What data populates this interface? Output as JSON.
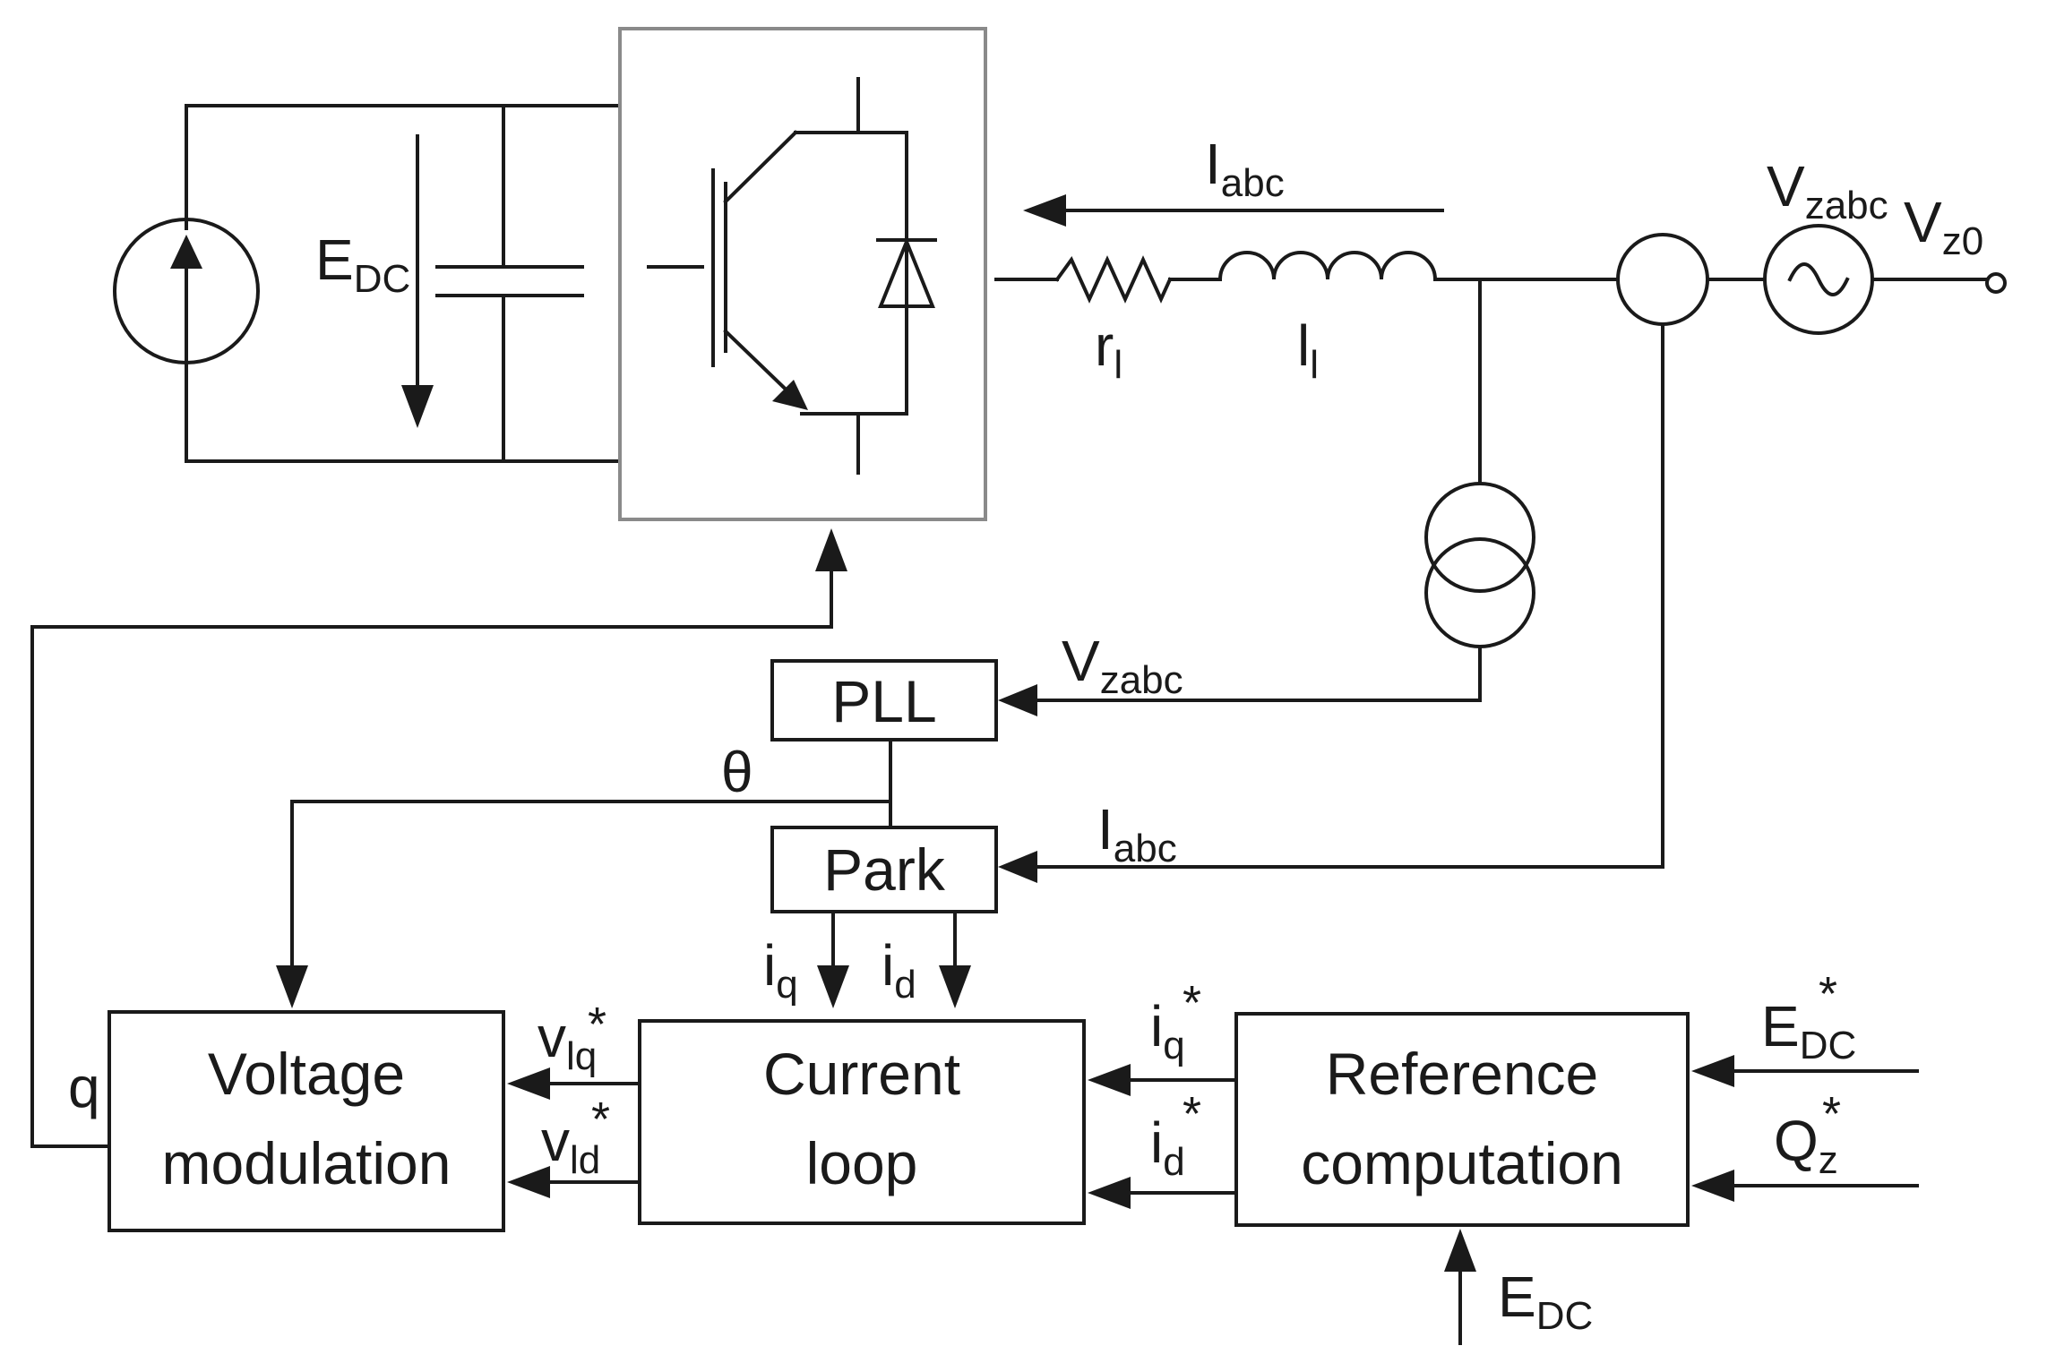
{
  "colors": {
    "line": "#1a1a1a",
    "background": "#ffffff",
    "switch_box": "#8a8a8a"
  },
  "icons": {
    "dc_source": "current-source-icon",
    "capacitor": "capacitor-icon",
    "igbt": "igbt-transistor-icon",
    "diode": "diode-icon",
    "resistor": "resistor-icon",
    "inductor": "inductor-icon",
    "voltage_transformer": "voltage-transformer-icon",
    "current_sensor": "current-sensor-icon",
    "ac_source": "ac-voltage-source-icon"
  },
  "labels": {
    "edc_main": "E",
    "edc_main_sub": "DC",
    "iabc_top": "I",
    "iabc_top_sub": "abc",
    "r_l": "r",
    "r_l_sub": "l",
    "l_l": "l",
    "l_l_sub": "l",
    "vzabc_top": "V",
    "vzabc_top_sub": "zabc",
    "vz0": "V",
    "vz0_sub": "z0",
    "vzabc_pll": "V",
    "vzabc_pll_sub": "zabc",
    "theta": "θ",
    "iabc_park": "I",
    "iabc_park_sub": "abc",
    "iq": "i",
    "iq_sub": "q",
    "id": "i",
    "id_sub": "d",
    "iq_ref": "i",
    "iq_ref_sub": "q",
    "iq_ref_star": "*",
    "id_ref": "i",
    "id_ref_sub": "d",
    "id_ref_star": "*",
    "vlq": "v",
    "vlq_sub": "lq",
    "vlq_star": "*",
    "vld": "v",
    "vld_sub": "ld",
    "vld_star": "*",
    "q": "q",
    "edc_ref": "E",
    "edc_ref_sub": "DC",
    "edc_ref_star": "*",
    "qz_ref": "Q",
    "qz_ref_sub": "z",
    "qz_ref_star": "*",
    "edc_bottom": "E",
    "edc_bottom_sub": "DC"
  },
  "blocks": {
    "pll": "PLL",
    "park": "Park",
    "voltage_modulation": [
      "Voltage",
      "modulation"
    ],
    "current_loop": [
      "Current",
      "loop"
    ],
    "reference_computation": [
      "Reference",
      "computation"
    ]
  }
}
